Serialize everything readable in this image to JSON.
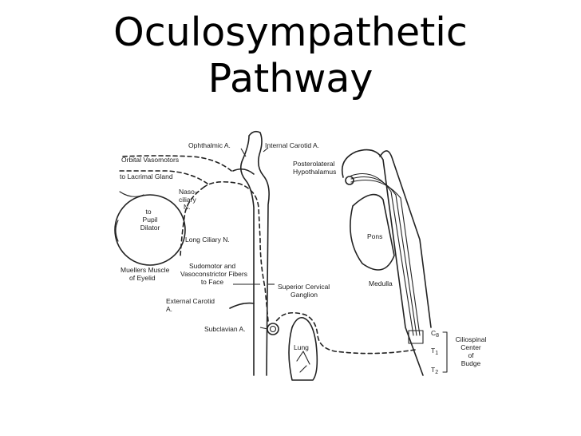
{
  "title": {
    "line1": "Oculosympathetic",
    "line2": "Pathway"
  },
  "labels": {
    "ophthalmic": "Ophthalmic A.",
    "internal_carotid": "Internal Carotid A.",
    "orbital_vasomotors": "Orbital Vasomotors",
    "lacrimal_gland": "to Lacrimal Gland",
    "naso_1": "Naso-",
    "naso_2": "ciliary",
    "naso_3": "N.",
    "pupil_1": "to",
    "pupil_2": "Pupil",
    "pupil_3": "Dilator",
    "long_ciliary": "Long Ciliary N.",
    "posterolateral_1": "Posterolateral",
    "posterolateral_2": "Hypothalamus",
    "pons": "Pons",
    "muellers_1": "Muellers Muscle",
    "muellers_2": "of Eyelid",
    "sudomotor_1": "Sudomotor and",
    "sudomotor_2": "Vasoconstrictor Fibers",
    "sudomotor_3": "to Face",
    "superior_cervical_1": "Superior Cervical",
    "superior_cervical_2": "Ganglion",
    "medulla": "Medulla",
    "external_carotid_1": "External Carotid",
    "external_carotid_2": "A.",
    "subclavian": "Subclavian A.",
    "lung": "Lung",
    "c8": "C",
    "c8_sub": "8",
    "t1": "T",
    "t1_sub": "1",
    "t2": "T",
    "t2_sub": "2",
    "ciliospinal_1": "Ciliospinal",
    "ciliospinal_2": "Center",
    "ciliospinal_3": "of",
    "ciliospinal_4": "Budge"
  }
}
